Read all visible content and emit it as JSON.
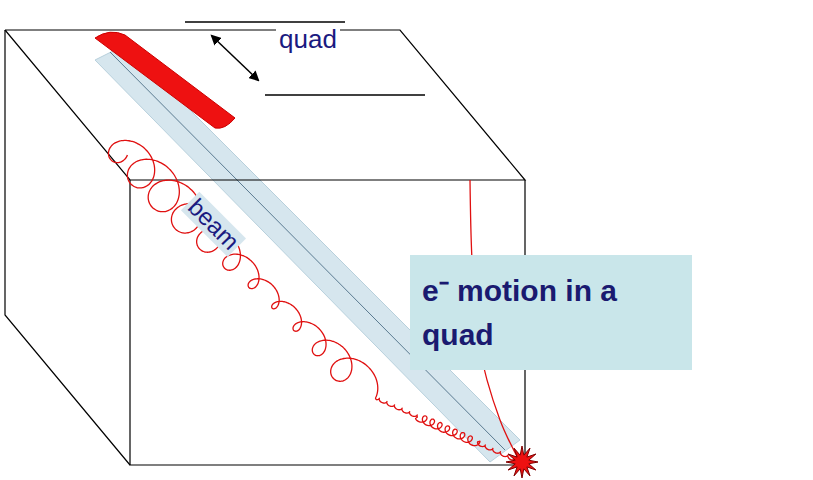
{
  "diagram": {
    "nodes": [
      {
        "text": [
          "e⁻ motion in a quad"
        ]
      }
    ],
    "labels": [
      "quad",
      "beam"
    ]
  }
}
